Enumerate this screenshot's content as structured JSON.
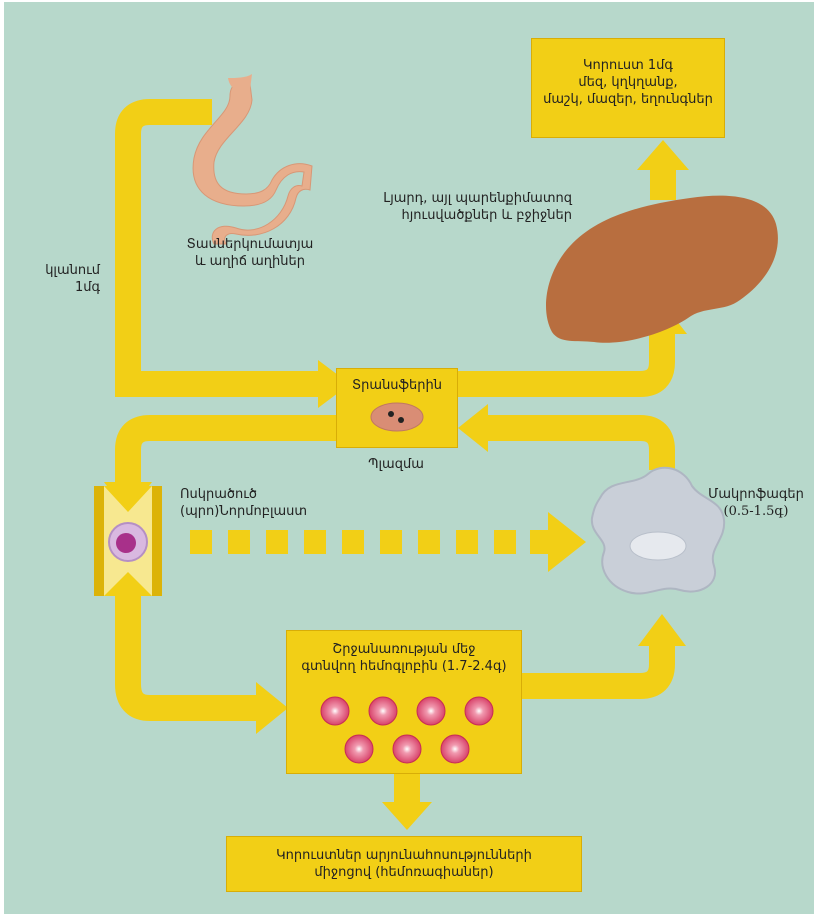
{
  "diagram": {
    "loss_box": {
      "line1": "Կորուստ  1մգ",
      "line2": "մեզ, կղկղանք,",
      "line3": "մաշկ, մազեր, եղունգներ"
    },
    "liver_label": {
      "line1": "Լյարդ, այլ պարենքիմատոզ",
      "line2": "հյուսվածքներ և բջիջներ"
    },
    "gut_label": {
      "line1": "Տասներկումատյա",
      "line2": "և աղիճ աղիներ"
    },
    "absorption_label": {
      "line1": "կլանում",
      "line2": "1մգ"
    },
    "transferrin_box": {
      "label": "Տրանսֆերին"
    },
    "plasma_label": "Պլազմա",
    "marrow_label": {
      "line1": "Ոսկրածուծ",
      "line2": "(պրո)Նորմոբլաստ"
    },
    "macrophage_label": {
      "line1": "Մակրոֆագեր",
      "line2": "(0.5-1.5գ)"
    },
    "hemoglobin_box": {
      "line1": "Շրջանառության մեջ",
      "line2": "գտնվող հեմոգլոբին (1.7-2.4գ)"
    },
    "bleeding_box": {
      "line1": "Կորուստներ արյունահոսությունների",
      "line2": "միջոցով (հեմոռագիաներ)"
    },
    "colors": {
      "background": "#b7d8cb",
      "flow": "#f2cf16",
      "stomach": "#e8ae8c",
      "liver": "#b86e3f",
      "macrophage": "#c9cfd8",
      "cell": "#d8436a",
      "erythroblast": "#a8308a"
    }
  }
}
